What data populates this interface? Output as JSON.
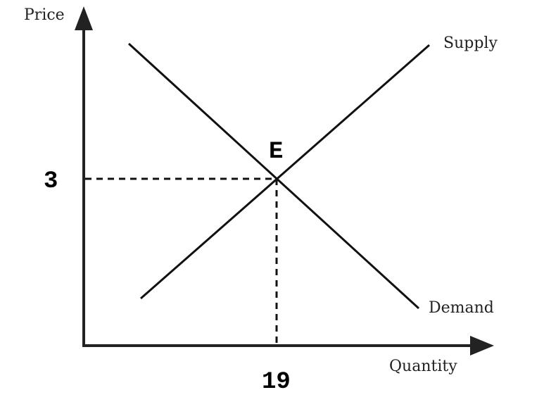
{
  "diagram": {
    "type": "supply-demand",
    "axes": {
      "y_label": "Price",
      "x_label": "Quantity"
    },
    "curves": {
      "supply_label": "Supply",
      "demand_label": "Demand"
    },
    "equilibrium": {
      "label": "E",
      "price": "3",
      "quantity": "19"
    },
    "colors": {
      "line": "#111111",
      "axis": "#222222",
      "text": "#222222"
    }
  },
  "chart_data": {
    "type": "line",
    "title": "",
    "xlabel": "Quantity",
    "ylabel": "Price",
    "series": [
      {
        "name": "Supply",
        "slope": "upward",
        "label_position": "top-right"
      },
      {
        "name": "Demand",
        "slope": "downward",
        "label_position": "bottom-right"
      }
    ],
    "annotations": [
      {
        "text": "E",
        "x": 19,
        "y": 3,
        "description": "equilibrium point"
      },
      {
        "text": "3",
        "axis": "y",
        "value": 3,
        "style": "dashed guide"
      },
      {
        "text": "19",
        "axis": "x",
        "value": 19,
        "style": "dashed guide"
      }
    ],
    "grid": false,
    "legend": "none (inline labels)"
  }
}
